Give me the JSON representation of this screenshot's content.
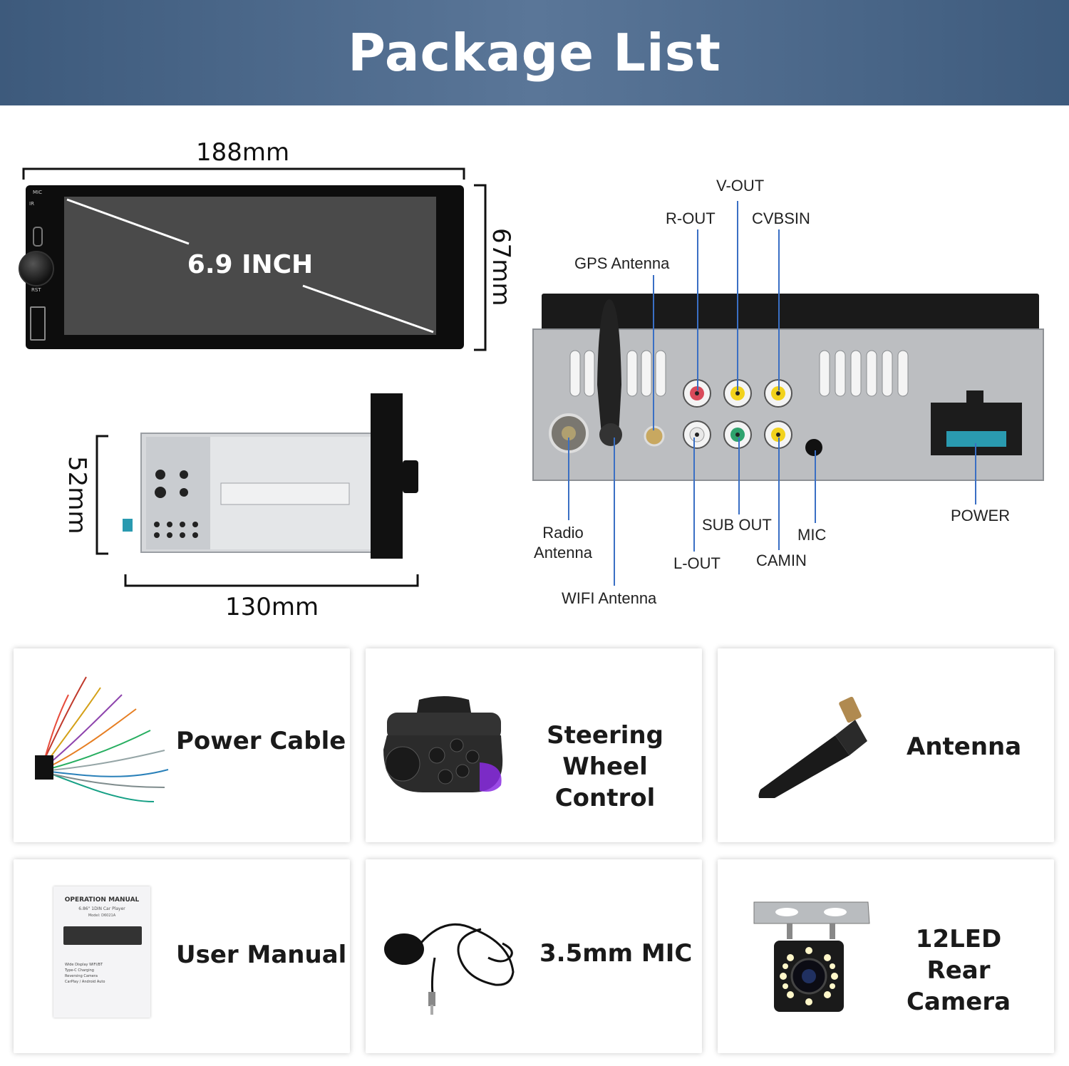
{
  "header": {
    "title": "Package List"
  },
  "dimensions": {
    "front_width": "188mm",
    "front_height": "67mm",
    "side_height": "52mm",
    "side_depth": "130mm",
    "screen_size": "6.9 INCH"
  },
  "faceplate_labels": {
    "mic": "MIC",
    "ir": "IR",
    "rst": "RST"
  },
  "ports": {
    "v_out": "V-OUT",
    "r_out": "R-OUT",
    "cvbsin": "CVBSIN",
    "gps_antenna": "GPS Antenna",
    "radio_antenna_line1": "Radio",
    "radio_antenna_line2": "Antenna",
    "sub_out": "SUB OUT",
    "mic": "MIC",
    "power": "POWER",
    "l_out": "L-OUT",
    "camin": "CAMIN",
    "wifi_antenna": "WIFI Antenna"
  },
  "items": [
    {
      "label": "Power Cable",
      "icon": "power-cable-icon"
    },
    {
      "label_line1": "Steering",
      "label_line2": "Wheel Control",
      "icon": "steering-wheel-control-icon"
    },
    {
      "label": "Antenna",
      "icon": "antenna-icon"
    },
    {
      "label": "User Manual",
      "icon": "user-manual-icon"
    },
    {
      "label": "3.5mm MIC",
      "icon": "microphone-icon"
    },
    {
      "label_line1": "12LED",
      "label_line2": "Rear Camera",
      "icon": "rear-camera-icon"
    }
  ],
  "manual": {
    "title": "OPERATION MANUAL",
    "subtitle": "6.86\" 1DIN Car Player",
    "model": "Model: D6021A",
    "features": [
      "Wide Display  WIFI/BT",
      "Type-C Charging",
      "Reversing Camera",
      "CarPlay / Android Auto"
    ]
  },
  "colors": {
    "header_bg": "#4a6789",
    "jack_red": "#d94a5a",
    "jack_yellow": "#f2d21c",
    "jack_white": "#e8e8e8",
    "jack_green": "#2fa36e",
    "leader_line": "#3a6fc4"
  }
}
